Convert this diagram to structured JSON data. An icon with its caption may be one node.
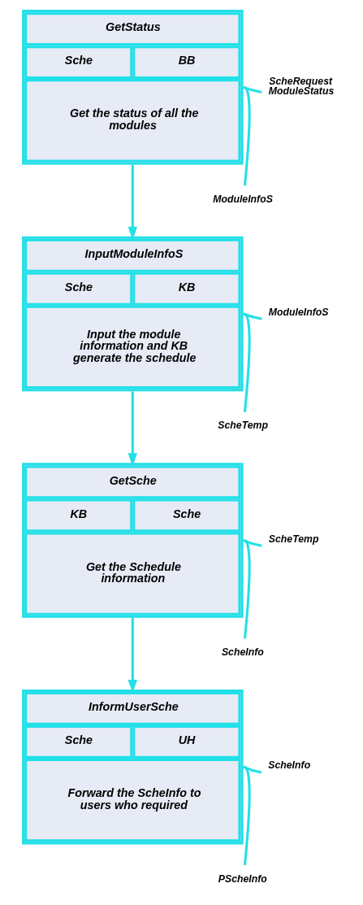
{
  "diagram": {
    "nodes": [
      {
        "text": [
          "GetStatus",
          "Sche",
          "BB",
          "Get the status of all the modules"
        ]
      },
      {
        "text": [
          "ScheRequest",
          "ModuleStatus"
        ]
      },
      {
        "text": [
          "ModuleInfoS"
        ]
      },
      {
        "text": [
          "InputModuleInfoS",
          "Sche",
          "KB",
          "Input the module information and KB generate the schedule"
        ]
      },
      {
        "text": [
          "ModuleInfoS"
        ]
      },
      {
        "text": [
          "ScheTemp"
        ]
      },
      {
        "text": [
          "GetSche",
          "KB",
          "Sche",
          "Get the Schedule information"
        ]
      },
      {
        "text": [
          "ScheTemp"
        ]
      },
      {
        "text": [
          "ScheInfo"
        ]
      },
      {
        "text": [
          "InformUserSche",
          "Sche",
          "UH",
          "Forward the ScheInfo to users who required"
        ]
      },
      {
        "text": [
          "ScheInfo"
        ]
      },
      {
        "text": [
          "PScheInfo"
        ]
      }
    ],
    "edges": [
      {
        "from": 0,
        "to": 1,
        "arrow": "none"
      },
      {
        "from": 0,
        "to": 2,
        "arrow": "none"
      },
      {
        "from": 0,
        "to": 3,
        "arrow": "to"
      },
      {
        "from": 3,
        "to": 4,
        "arrow": "none"
      },
      {
        "from": 3,
        "to": 5,
        "arrow": "none"
      },
      {
        "from": 3,
        "to": 6,
        "arrow": "to"
      },
      {
        "from": 6,
        "to": 7,
        "arrow": "none"
      },
      {
        "from": 6,
        "to": 8,
        "arrow": "none"
      },
      {
        "from": 6,
        "to": 9,
        "arrow": "to"
      },
      {
        "from": 9,
        "to": 10,
        "arrow": "none"
      },
      {
        "from": 9,
        "to": 11,
        "arrow": "none"
      }
    ]
  }
}
